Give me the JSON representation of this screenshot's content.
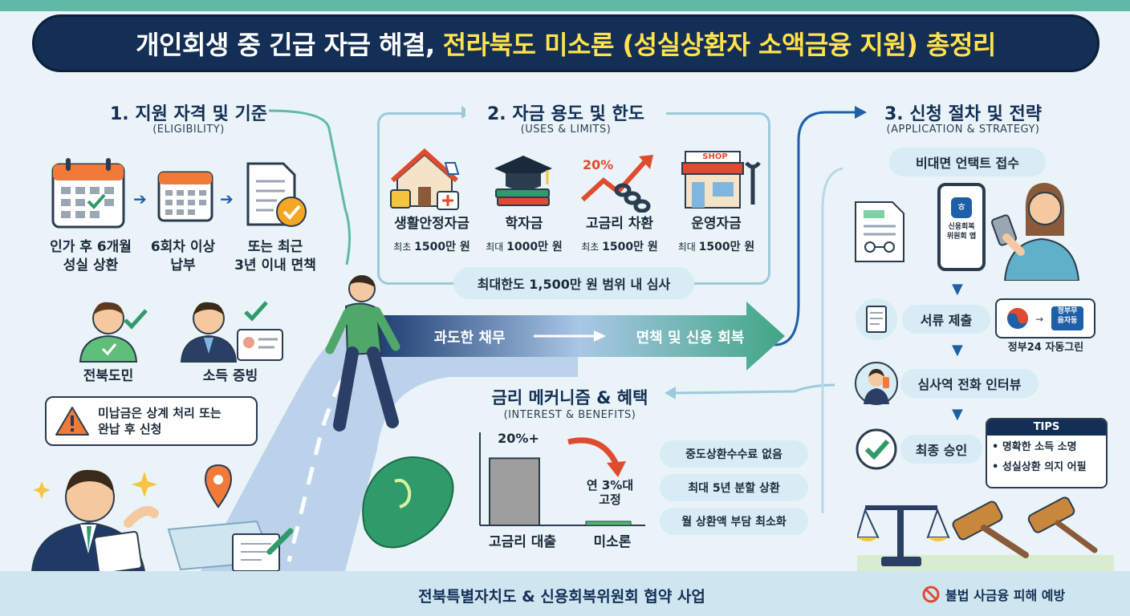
{
  "title": {
    "main": "개인회생 중 긴급 자금 해결,",
    "highlight": "전라북도 미소론 (성실상환자 소액금융 지원) 총정리"
  },
  "section1": {
    "title": "1. 지원 자격 및 기준",
    "subtitle": "(ELIGIBILITY)",
    "steps": [
      "인가 후 6개월\n성실 상환",
      "6회차 이상\n납부",
      "또는 최근\n3년 이내 면책"
    ],
    "people": [
      "전북도민",
      "소득 증빙"
    ],
    "warning": "미납금은 상계 처리 또는\n완납 후 신청"
  },
  "section2": {
    "title": "2. 자금 용도 및 한도",
    "subtitle": "(USES & LIMITS)",
    "uses": [
      {
        "name": "생활안정자금",
        "limit_prefix": "최초",
        "limit": "1500만 원"
      },
      {
        "name": "학자금",
        "limit_prefix": "최대",
        "limit": "1000만 원"
      },
      {
        "name": "고금리 차환",
        "limit_prefix": "최초",
        "limit": "1500만 원"
      },
      {
        "name": "운영자금",
        "limit_prefix": "최대",
        "limit": "1500만 원"
      }
    ],
    "percent_tag": "20%",
    "shop_tag": "SHOP",
    "max_limit": "최대한도 1,500만 원 범위 내 심사"
  },
  "arrow": {
    "left": "과도한 채무",
    "right": "면책 및 신용 회복"
  },
  "section_interest": {
    "title": "금리 메커니즘 & 혜택",
    "subtitle": "(INTEREST & BENEFITS)",
    "bar_high_label": "20%+",
    "bar_low_label": "연 3%대\n고정",
    "bar_high_name": "고금리 대출",
    "bar_low_name": "미소론",
    "benefits": [
      "중도상환수수료 없음",
      "최대 5년 분할 상환",
      "월 상환액 부담 최소화"
    ]
  },
  "chart_data": {
    "type": "bar",
    "categories": [
      "고금리 대출",
      "미소론"
    ],
    "values": [
      20,
      3
    ],
    "value_labels": [
      "20%+",
      "연 3%대 고정"
    ],
    "ylim": [
      0,
      22
    ]
  },
  "section3": {
    "title": "3. 신청 절차 및 전략",
    "subtitle": "(APPLICATION & STRATEGY)",
    "contactless": "비대면 언택트 접수",
    "app_label": "신용회복\n위원회 앱",
    "steps": [
      "서류 제출",
      "심사역 전화 인터뷰",
      "최종 승인"
    ],
    "gov_label": "정부24 자동그린",
    "gov_logo": "정부무\n음자동",
    "tips_title": "TIPS",
    "tips": [
      "• 명확한 소득 소명",
      "• 성실상환 의지 어필"
    ]
  },
  "footer": {
    "center": "전북특별자치도 & 신용회복위원회 협약 사업",
    "right": "불법 사금융 피해 예방"
  },
  "colors": {
    "navy": "#132f55",
    "yellow": "#ffe14d",
    "green": "#3fa684",
    "red": "#e04a2f",
    "teal": "#5fb9a6"
  }
}
